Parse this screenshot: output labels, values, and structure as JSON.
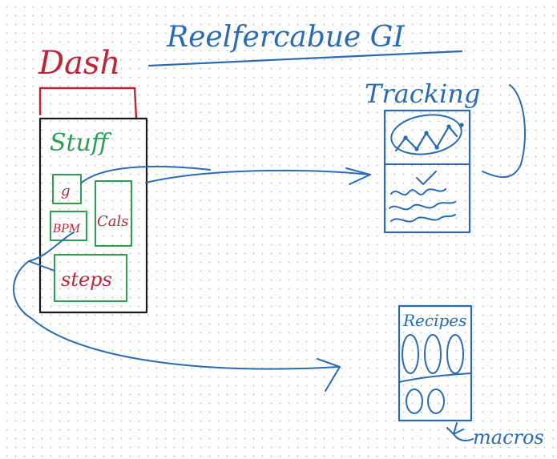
{
  "title": "Reelfercabue GI",
  "dash_label": "Dash",
  "dash_panel": {
    "header": "Stuff",
    "widgets": {
      "small": "g",
      "bpm": "BPM",
      "cals": "Cals",
      "steps": "steps"
    }
  },
  "tracking_panel": {
    "header": "Tracking"
  },
  "recipes_panel": {
    "header": "Recipes"
  },
  "macros_label": "macros",
  "colors": {
    "blue": "#2a6bb2",
    "red": "#c0243a",
    "green": "#2f9e55",
    "black": "#1a1a1a"
  }
}
